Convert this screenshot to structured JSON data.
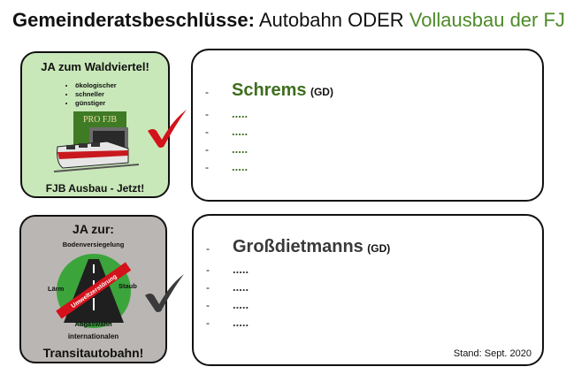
{
  "title": {
    "lead": "Gemeinderatsbeschlüsse:",
    "middle": "Autobahn ODER",
    "green": "Vollausbau der FJB"
  },
  "left_top": {
    "heading": "JA zum Waldviertel!",
    "bullets": [
      "ökologischer",
      "schneller",
      "günstiger"
    ],
    "logo_text": "PRO FJB",
    "footer": "FJB Ausbau - Jetzt!"
  },
  "left_bottom": {
    "heading": "JA zur:",
    "label_top": "Bodenversiegelung",
    "label_left": "Lärm",
    "label_right": "Staub",
    "label_bottom": "Abgaswahn",
    "band_text": "Umweltzerstörung",
    "line1": "internationalen",
    "line2": "Transitautobahn!"
  },
  "right_top": {
    "town": "Schrems",
    "suffix": "(GD)",
    "bullet": "-",
    "items": [
      ".....",
      ".....",
      ".....",
      "....."
    ]
  },
  "right_bottom": {
    "town": "Großdietmanns",
    "suffix": "(GD)",
    "bullet": "-",
    "items": [
      ".....",
      ".....",
      ".....",
      "....."
    ],
    "stand": "Stand: Sept. 2020"
  },
  "colors": {
    "green_accent": "#4e8b2a",
    "left_top_bg": "#c9e8b9",
    "left_bottom_bg": "#b9b6b3",
    "checkmark_red": "#d4121b",
    "checkmark_gray": "#3a3a3a"
  },
  "icons": [
    "train-icon",
    "highway-icon",
    "checkmark-icon"
  ]
}
